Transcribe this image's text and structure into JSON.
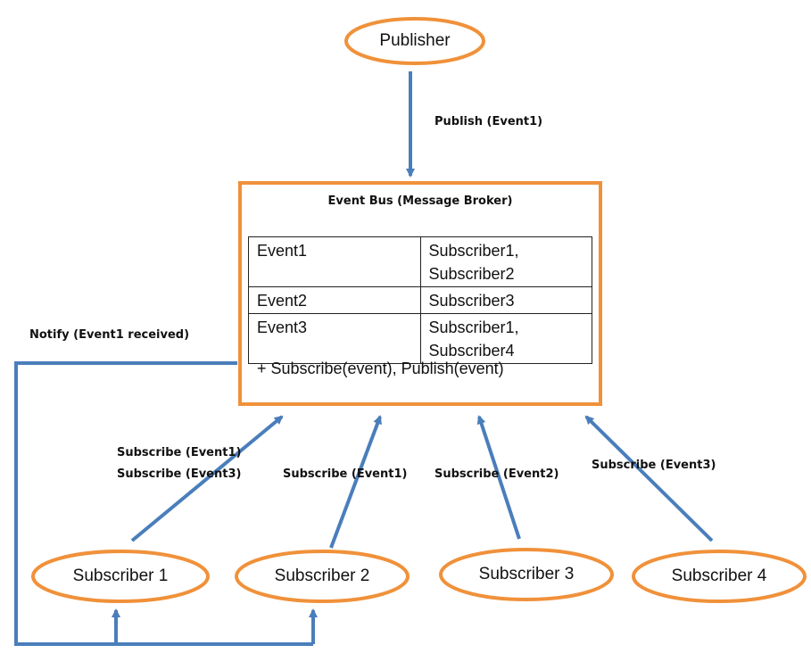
{
  "nodes": {
    "publisher": "Publisher",
    "subscriber1": "Subscriber 1",
    "subscriber2": "Subscriber 2",
    "subscriber3": "Subscriber 3",
    "subscriber4": "Subscriber 4"
  },
  "event_bus": {
    "title": "Event Bus (Message Broker)",
    "rows": [
      {
        "event": "Event1",
        "subscribers": [
          "Subscriber1,",
          "Subscriber2"
        ]
      },
      {
        "event": "Event2",
        "subscribers": [
          "Subscriber3"
        ]
      },
      {
        "event": "Event3",
        "subscribers": [
          "Subscriber1,",
          "Subscriber4"
        ]
      }
    ],
    "methods": "+ Subscribe(event), Publish(event)"
  },
  "edges": {
    "publish": "Publish (Event1)",
    "notify": "Notify (Event1 received)",
    "sub1_line1": "Subscribe (Event1)",
    "sub1_line2": "Subscribe (Event3)",
    "sub2": "Subscribe (Event1)",
    "sub3": "Subscribe (Event2)",
    "sub4": "Subscribe (Event3)"
  },
  "colors": {
    "node_border": "#F0913A",
    "arrow": "#4A7EBB",
    "text": "#111111"
  }
}
